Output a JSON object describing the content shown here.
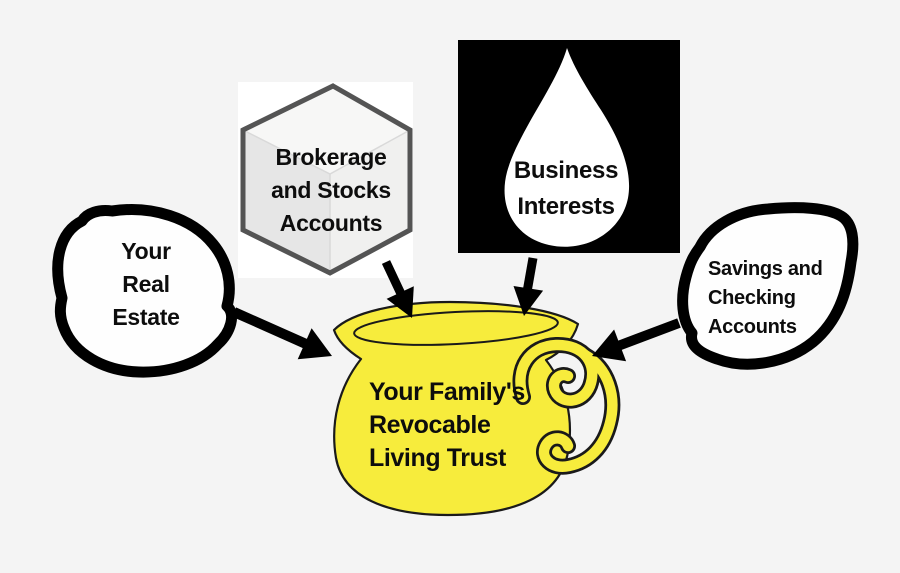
{
  "background_color": "#f4f4f4",
  "text_color": "#0d0d0d",
  "arrow_color": "#000000",
  "nodes": {
    "real_estate": {
      "lines": [
        "Your",
        "Real",
        "Estate"
      ],
      "shape": "hand-drawn-blob",
      "fill": "#fefefe",
      "outline": "#000000"
    },
    "brokerage": {
      "lines": [
        "Brokerage",
        "and Stocks",
        "Accounts"
      ],
      "shape": "3d-cube-hexagon",
      "backdrop": "#ffffff",
      "outline": "#545454",
      "faces": {
        "top": "#f7f7f6",
        "left": "#e6e6e6",
        "right": "#f0f0ef"
      }
    },
    "business": {
      "lines": [
        "Business",
        "Interests"
      ],
      "shape": "water-drop-on-square",
      "square_fill": "#000000",
      "drop_fill": "#ffffff"
    },
    "savings": {
      "lines": [
        "Savings and",
        "Checking",
        "Accounts"
      ],
      "shape": "hand-drawn-blob",
      "fill": "#fefefe",
      "outline": "#000000"
    },
    "trust": {
      "lines": [
        "Your Family's",
        "Revocable",
        "Living Trust"
      ],
      "shape": "pitcher-jug",
      "fill": "#f7ec3c",
      "outline": "#1a1a1a"
    }
  },
  "edges": [
    {
      "from": "real_estate",
      "to": "trust"
    },
    {
      "from": "brokerage",
      "to": "trust"
    },
    {
      "from": "business",
      "to": "trust"
    },
    {
      "from": "savings",
      "to": "trust"
    }
  ]
}
